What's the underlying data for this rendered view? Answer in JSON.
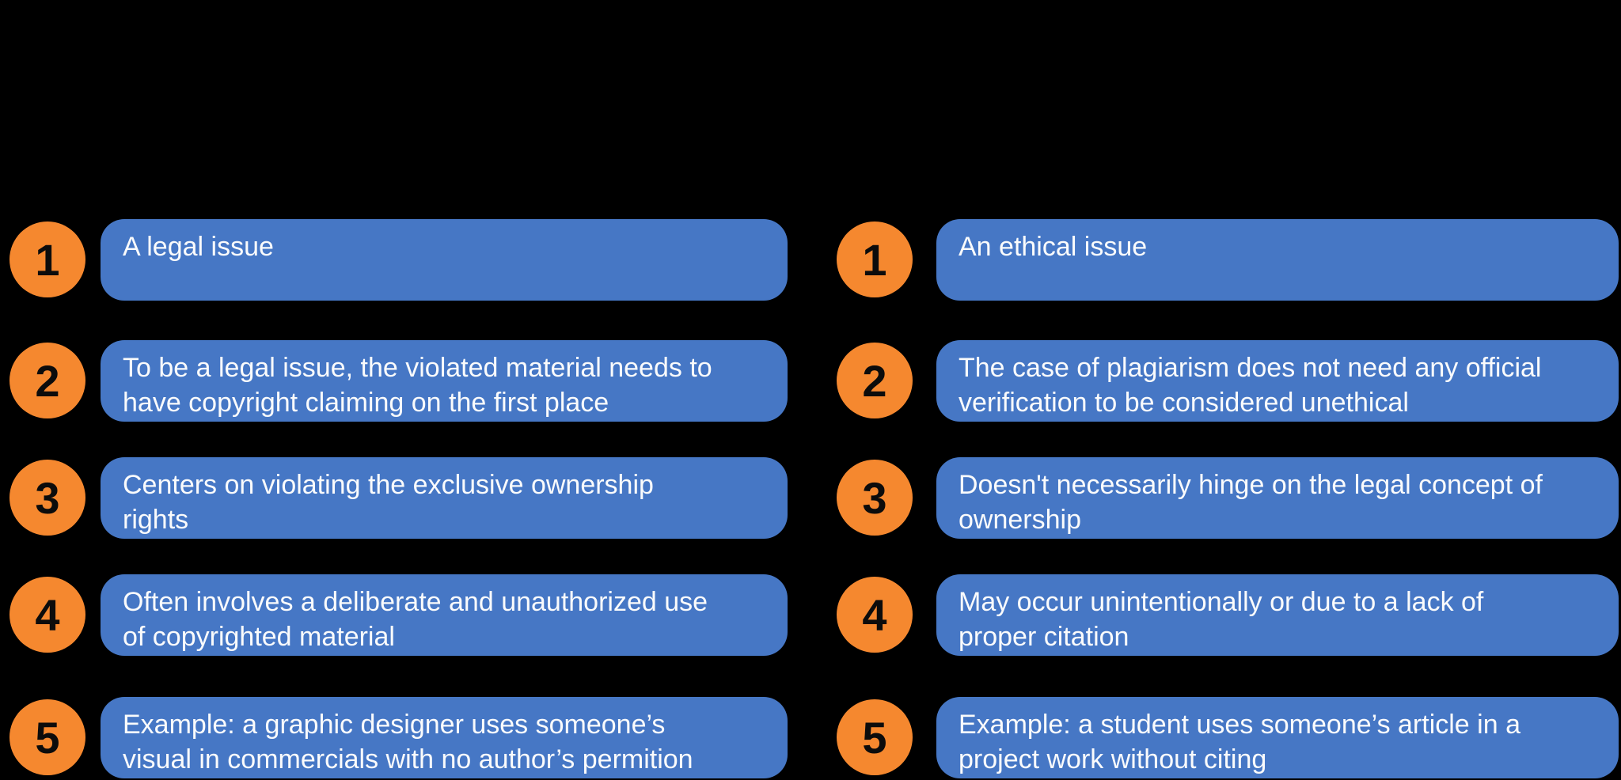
{
  "colors": {
    "background": "#000000",
    "badge_orange": "#F5882F",
    "box_blue": "#4677C5",
    "box_text": "#FAFBFC",
    "badge_number": "#0C0C0C"
  },
  "left_column": {
    "items": [
      {
        "number": "1",
        "text": "A legal issue"
      },
      {
        "number": "2",
        "text": "To be a legal issue, the violated material needs to\nhave copyright claiming on the first place"
      },
      {
        "number": "3",
        "text": "Centers on violating the exclusive ownership\nrights"
      },
      {
        "number": "4",
        "text": "Often involves a deliberate and unauthorized use\nof copyrighted material"
      },
      {
        "number": "5",
        "text": "Example: a graphic designer uses someone’s\nvisual in commercials with no author’s permition"
      }
    ]
  },
  "right_column": {
    "items": [
      {
        "number": "1",
        "text": "An ethical issue"
      },
      {
        "number": "2",
        "text": "The case of plagiarism does not need any official\nverification to be considered unethical"
      },
      {
        "number": "3",
        "text": "Doesn't necessarily hinge on the legal concept of\nownership"
      },
      {
        "number": "4",
        "text": "May occur unintentionally or due to a lack of\nproper citation"
      },
      {
        "number": "5",
        "text": "Example: a student uses someone’s article in a\nproject work without citing"
      }
    ]
  }
}
